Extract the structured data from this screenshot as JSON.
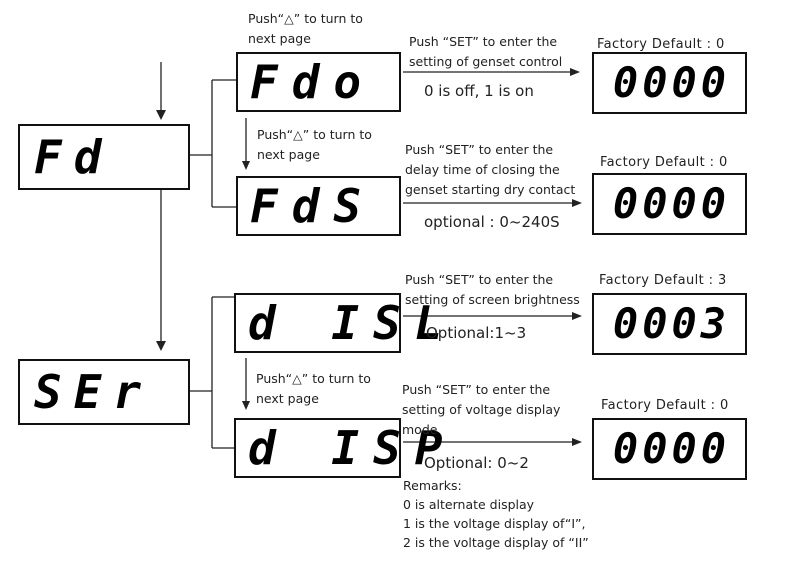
{
  "main_boxes": [
    {
      "display": "Fd"
    },
    {
      "display": "SEr"
    }
  ],
  "sub_menus": [
    {
      "display": "Fdo",
      "set_note": [
        "Push “SET” to enter the",
        "setting of genset control"
      ],
      "option": "0 is  off, 1 is on",
      "default_label": "Factory  Default : 0",
      "value": "0000"
    },
    {
      "display": "FdS",
      "set_note": [
        "Push “SET” to enter the",
        "delay time of closing the",
        "genset starting dry contact"
      ],
      "option": "optional : 0~240S",
      "default_label": "Factory  Default : 0",
      "value": "0000"
    },
    {
      "display": "d ISL",
      "set_note": [
        "Push “SET” to enter the",
        "setting of screen brightness"
      ],
      "option": "Optional:1~3",
      "default_label": "Factory  Default : 3",
      "value": "0003"
    },
    {
      "display": "d ISP",
      "set_note": [
        "Push “SET” to enter the",
        "setting of voltage display",
        "mode"
      ],
      "option": "Optional: 0~2",
      "default_label": "Factory  Default : 0",
      "value": "0000"
    }
  ],
  "push_notes": [
    [
      "Push“△” to turn to",
      "next page"
    ],
    [
      "Push“△” to turn to",
      "next page"
    ],
    [
      "Push“△” to turn to",
      "next page"
    ]
  ],
  "remarks": [
    "Remarks:",
    "0 is alternate display",
    "1 is the voltage display of“I”,",
    "2 is the voltage display of “II”"
  ]
}
